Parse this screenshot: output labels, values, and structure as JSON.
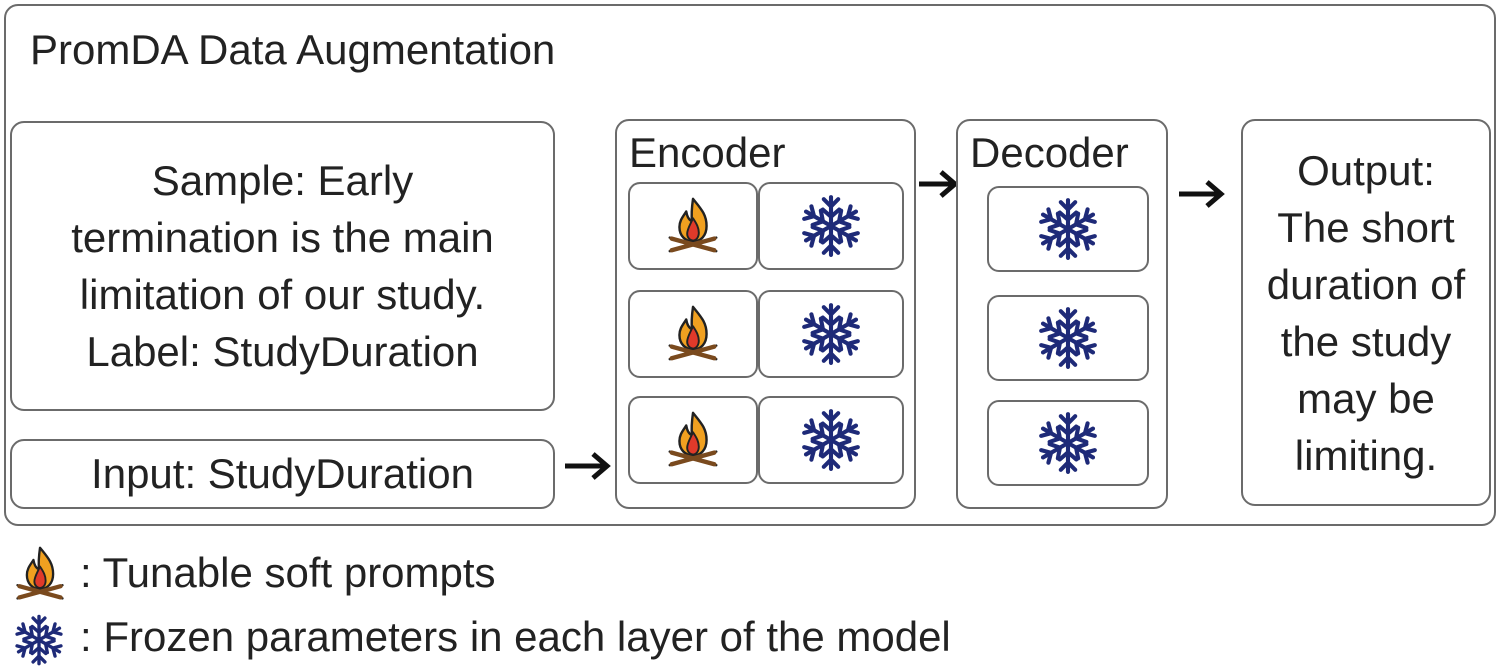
{
  "title": "PromDA Data Augmentation",
  "sample_box": {
    "lines": [
      "Sample: Early",
      "termination is the main",
      "limitation of our study.",
      "Label: StudyDuration"
    ]
  },
  "input_box": {
    "text": "Input: StudyDuration"
  },
  "encoder": {
    "label": "Encoder",
    "rows": [
      {
        "prompt_icon": "fire-icon",
        "layer_icon": "snowflake-icon"
      },
      {
        "prompt_icon": "fire-icon",
        "layer_icon": "snowflake-icon"
      },
      {
        "prompt_icon": "fire-icon",
        "layer_icon": "snowflake-icon"
      }
    ]
  },
  "decoder": {
    "label": "Decoder",
    "rows": [
      {
        "layer_icon": "snowflake-icon"
      },
      {
        "layer_icon": "snowflake-icon"
      },
      {
        "layer_icon": "snowflake-icon"
      }
    ]
  },
  "output_box": {
    "lines": [
      "Output:",
      "The short",
      "duration of",
      "the study",
      "may be",
      "limiting."
    ]
  },
  "legend": {
    "fire": ": Tunable soft prompts",
    "snowflake": ": Frozen parameters in each layer of the model"
  },
  "colors": {
    "border": "#6b6b6b",
    "text": "#222222",
    "snowflake": "#1e2a78",
    "flame_outer": "#f0a020",
    "flame_inner": "#e03a2a",
    "wood": "#7a4a1e"
  }
}
